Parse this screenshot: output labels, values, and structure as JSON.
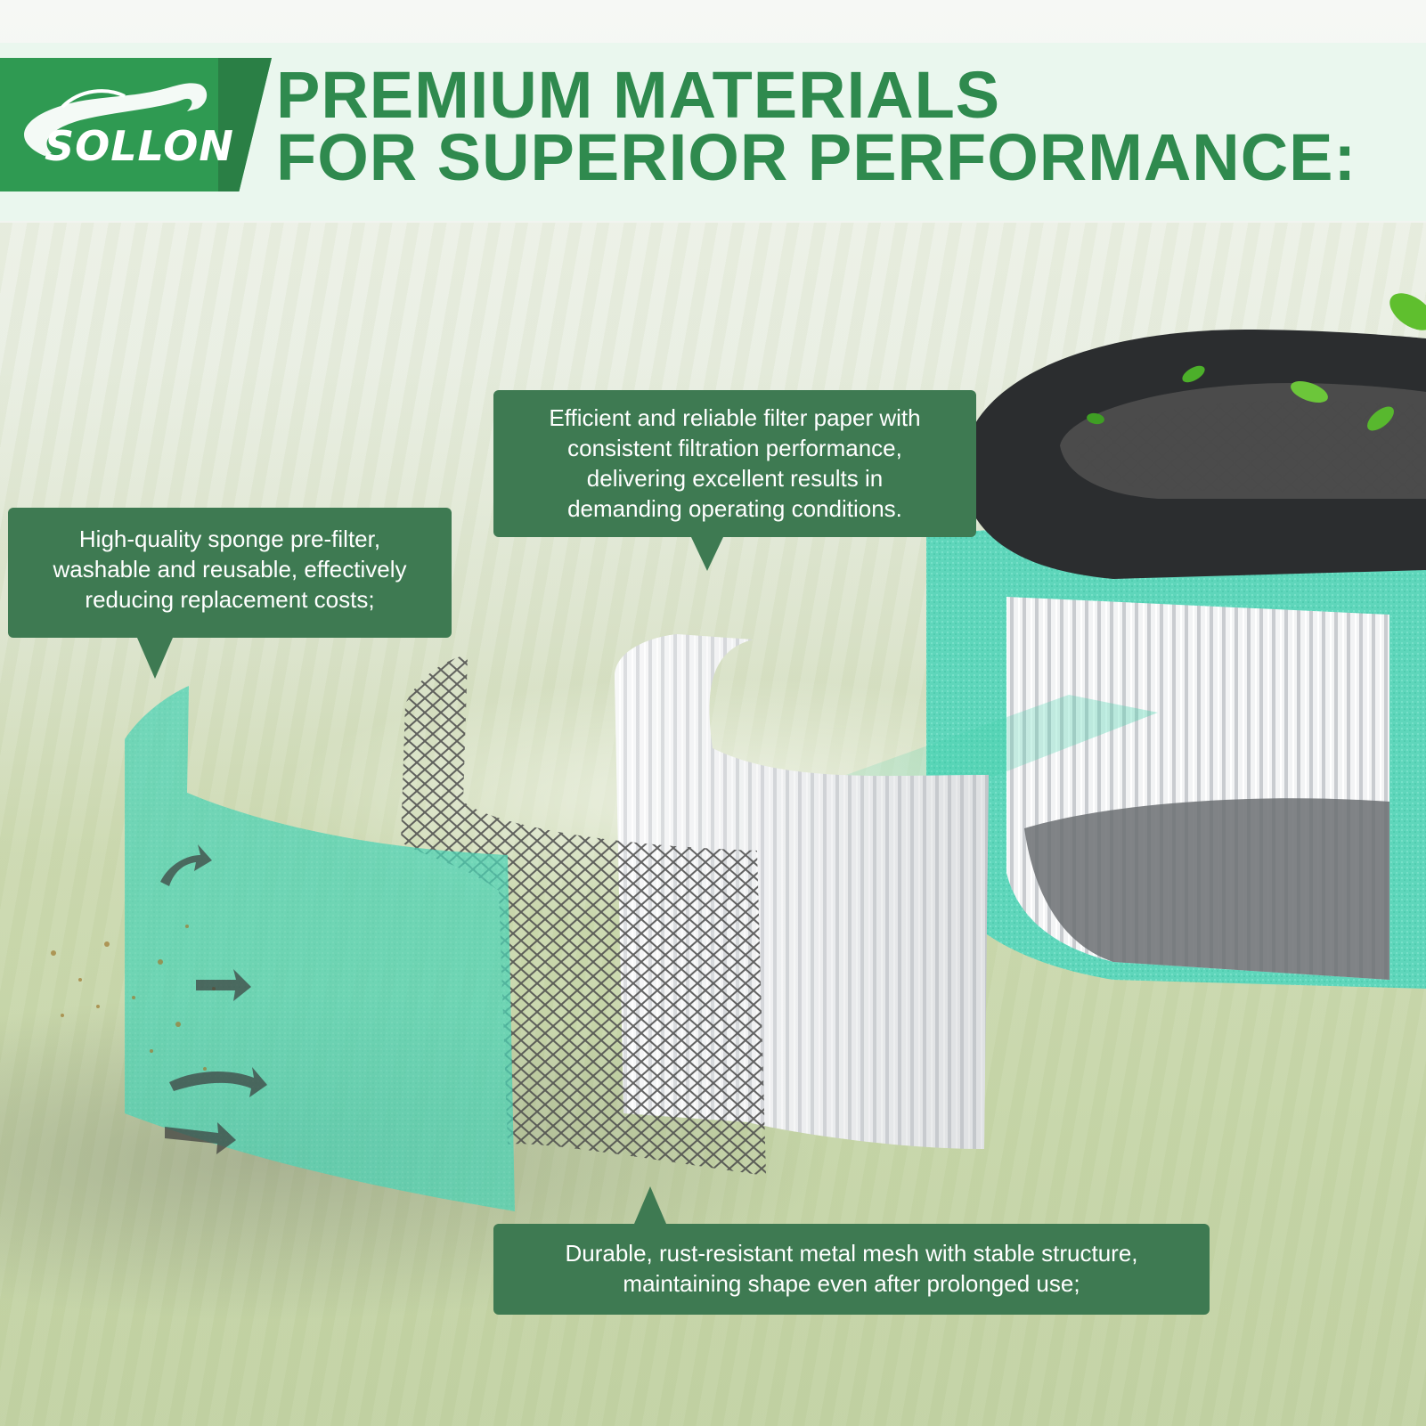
{
  "brand": {
    "name": "SOLLON"
  },
  "headline": {
    "line1": "PREMIUM MATERIALS",
    "line2": "FOR SUPERIOR PERFORMANCE:"
  },
  "callouts": {
    "sponge": {
      "line1": "High-quality sponge pre-filter,",
      "line2": "washable and reusable, effectively",
      "line3": "reducing replacement costs;"
    },
    "paper": {
      "line1": "Efficient and reliable filter paper with",
      "line2": "consistent filtration performance,",
      "line3": "delivering excellent results in",
      "line4": "demanding operating conditions."
    },
    "mesh": {
      "line1": "Durable, rust-resistant metal mesh with stable structure,",
      "line2": "maintaining shape even after prolonged use;"
    }
  },
  "colors": {
    "brand_green": "#2f9a52",
    "headline_green": "#2f8a4e",
    "callout_green": "#3e7a52",
    "sponge_teal": "#4fd1b3",
    "header_band": "#eaf7ee"
  }
}
